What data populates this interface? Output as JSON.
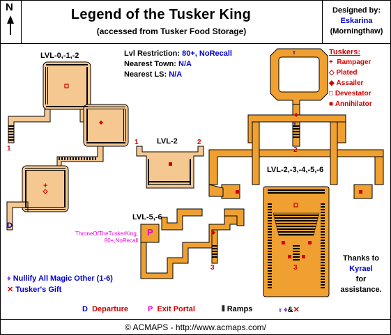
{
  "header": {
    "north": "N",
    "title": "Legend of the Tusker King",
    "subtitle": "(accessed from Tusker Food Storage)",
    "designed_by_label": "Designed by:",
    "designer": "Eskarina",
    "server": "(Morningthaw)"
  },
  "info": {
    "restriction_label": "Lvl Restriction:",
    "restriction_value": "80+, NoRecall",
    "town_label": "Nearest Town:",
    "town_value": "N/A",
    "ls_label": "Nearest LS:",
    "ls_value": "N/A"
  },
  "legend_mobs": {
    "title": "Tuskers:",
    "items": [
      {
        "symbol": "+",
        "label": "Rampager"
      },
      {
        "symbol": "◇",
        "label": "Plated"
      },
      {
        "symbol": "◆",
        "label": "Assailer"
      },
      {
        "symbol": "□",
        "label": "Devestator"
      },
      {
        "symbol": "■",
        "label": "Annihilator"
      }
    ]
  },
  "map_labels": {
    "lvl_a": "LVL-0,-1,-2",
    "lvl_b": "LVL-2",
    "lvl_c": "LVL-2,-3,-4,-5,-6",
    "lvl_d": "LVL-5,-6",
    "n1": "1",
    "n2": "2",
    "n3": "3",
    "d": "D",
    "p": "P",
    "throne_line1": "ThroneOfTheTuskerKing,",
    "throne_line2": "80+,NoRecall"
  },
  "items": {
    "nullify": "Nullify All Magic Other (1-6)",
    "gift": "Tusker's Gift"
  },
  "thanks": {
    "l1": "Thanks to",
    "name": "Kyrael",
    "l3": "for",
    "l4": "assistance."
  },
  "bottom_legend": {
    "d_sym": "D",
    "d_label": "Departure",
    "p_sym": "P",
    "p_label": "Exit Portal",
    "ramps_label": "Ramps",
    "amp": "&"
  },
  "footer": {
    "text": "© ACMAPS - http://www.acmaps.com/"
  },
  "colors": {
    "tan": "#f5c891",
    "orange": "#f0a030",
    "red": "#d00000",
    "blue": "#0000d0",
    "magenta": "#e000e0"
  }
}
